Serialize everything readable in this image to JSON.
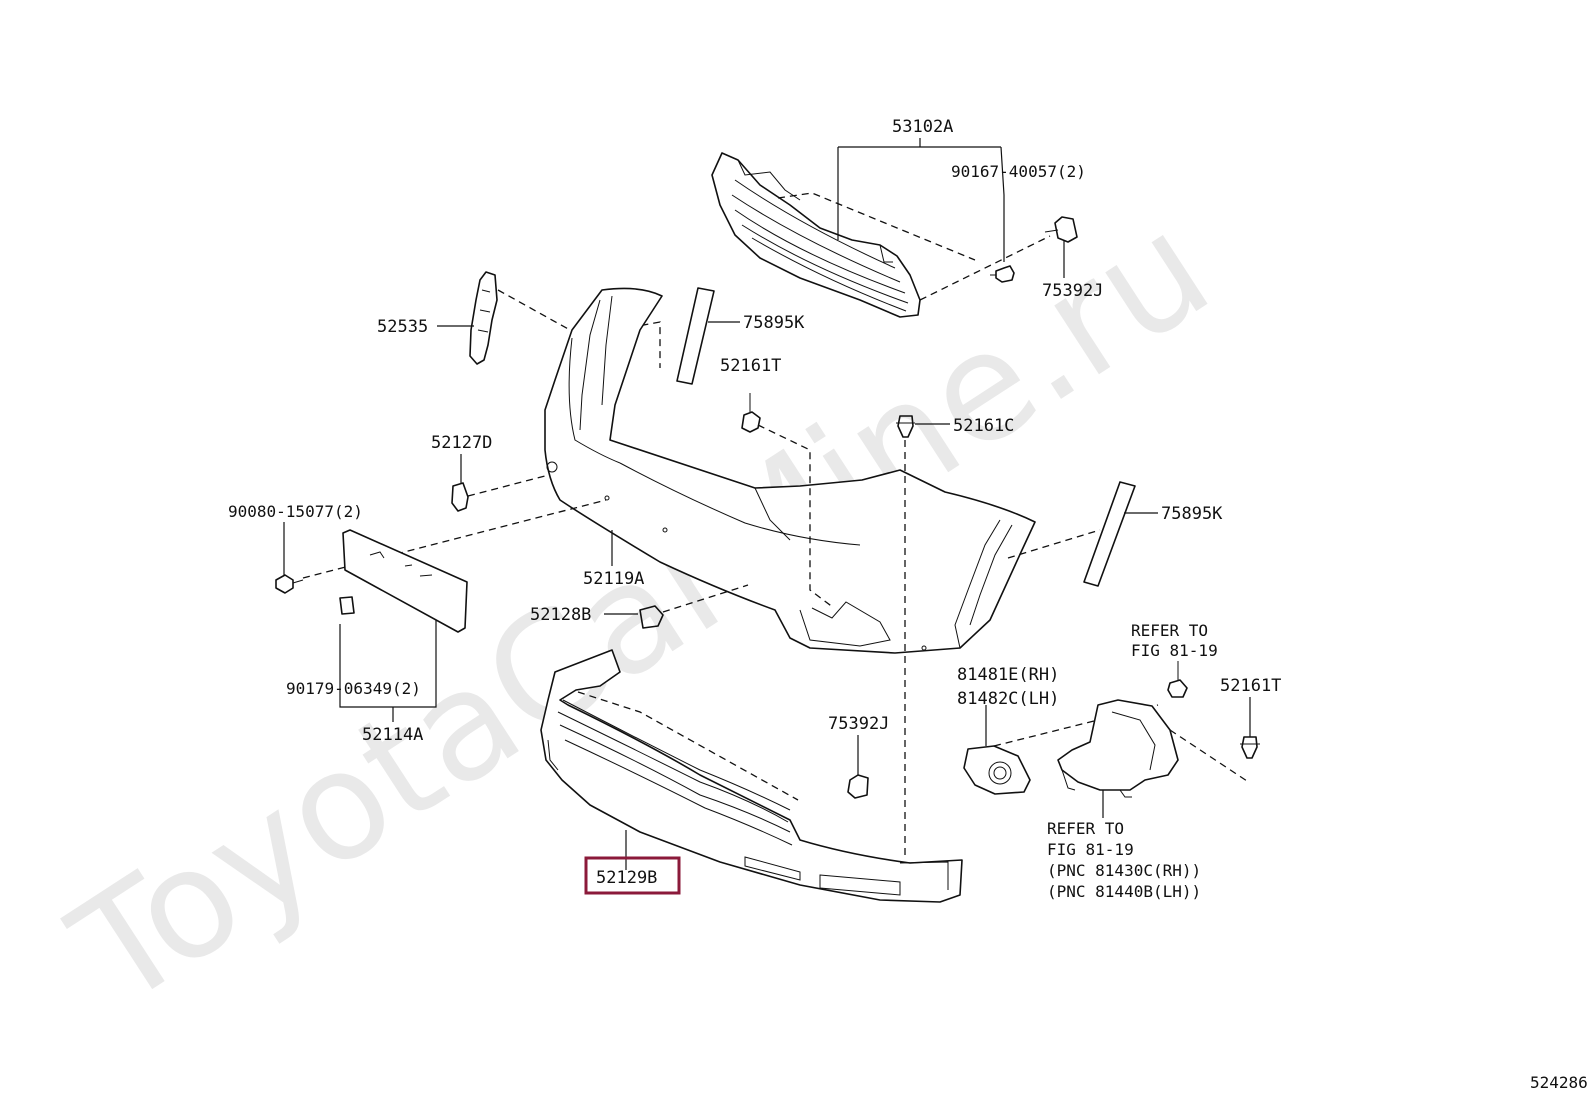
{
  "watermark": "ToyotaCarMine.ru",
  "diagram_id": "524286",
  "highlight_color": "#8b1a3a",
  "labels": {
    "p53102A": "53102A",
    "p90167": "90167-40057(2)",
    "p75392J_top": "75392J",
    "p52535": "52535",
    "p75895K_left": "75895K",
    "p52161T_top": "52161T",
    "p52161C": "52161C",
    "p52127D": "52127D",
    "p90080": "90080-15077(2)",
    "p75895K_right": "75895K",
    "p52119A": "52119A",
    "p52128B": "52128B",
    "p90179": "90179-06349(2)",
    "p52114A": "52114A",
    "p81481E": "81481E(RH)",
    "p81482C": "81482C(LH)",
    "refer1_line1": "REFER TO",
    "refer1_line2": "FIG 81-19",
    "p52161T_right": "52161T",
    "p75392J_bottom": "75392J",
    "refer2_line1": "REFER TO",
    "refer2_line2": "FIG 81-19",
    "refer2_line3": "(PNC 81430C(RH))",
    "refer2_line4": "(PNC 81440B(LH))",
    "p52129B": "52129B"
  }
}
